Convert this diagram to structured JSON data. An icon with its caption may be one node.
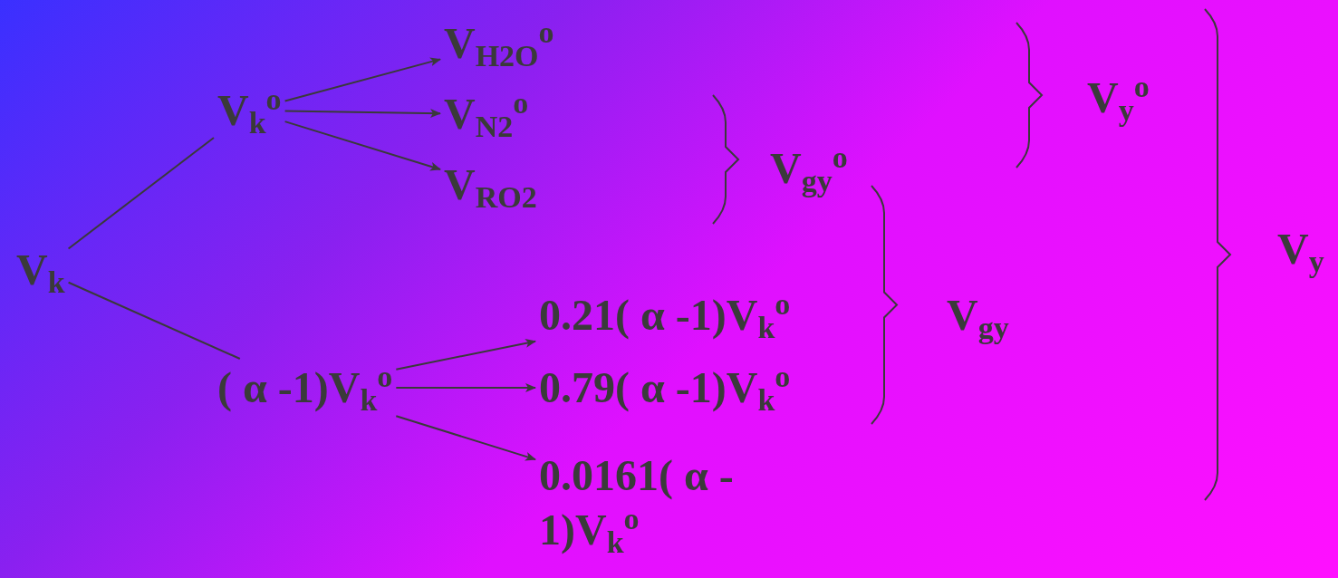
{
  "diagram": {
    "nodes": [
      {
        "text": [
          "V$_{k}$"
        ]
      },
      {
        "text": [
          "V$_{k}$$^{o}$"
        ]
      },
      {
        "text": [
          "V$_{H2O}$$^{o}$"
        ]
      },
      {
        "text": [
          "V$_{N2}$$^{o}$"
        ]
      },
      {
        "text": [
          "V$_{RO2}$"
        ]
      },
      {
        "text": [
          "( α -1)V$_{k}$$^{o}$"
        ]
      },
      {
        "text": [
          "0.21( α -1)V$_{k}$$^{o}$"
        ]
      },
      {
        "text": [
          "0.79( α -1)V$_{k}$$^{o}$"
        ]
      },
      {
        "text": [
          "0.0161( α - 1)V$_{k}$$^{o}$"
        ]
      }
    ],
    "edges": [
      {
        "from": 0,
        "to": 1,
        "arrow": "none"
      },
      {
        "from": 0,
        "to": 5,
        "arrow": "none"
      },
      {
        "from": 1,
        "to": 2,
        "arrow": "to"
      },
      {
        "from": 1,
        "to": 3,
        "arrow": "to"
      },
      {
        "from": 1,
        "to": 4,
        "arrow": "to"
      },
      {
        "from": 5,
        "to": 6,
        "arrow": "to"
      },
      {
        "from": 5,
        "to": 7,
        "arrow": "to"
      },
      {
        "from": 5,
        "to": 8,
        "arrow": "to"
      }
    ],
    "labels": [
      "V$_{y}$$^{o}$",
      "V$_{gy}$$^{o}$",
      "V$_{gy}$",
      "V$_{y}$"
    ]
  }
}
